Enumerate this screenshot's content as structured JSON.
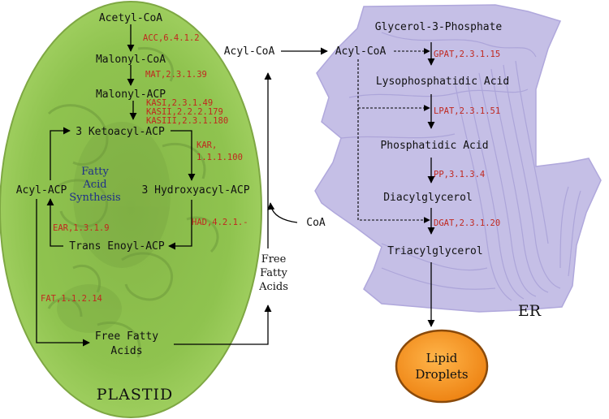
{
  "labels": {
    "plastid": "PLASTID",
    "er": "ER",
    "lipid_droplets_line1": "Lipid",
    "lipid_droplets_line2": "Droplets",
    "fas_line1": "Fatty",
    "fas_line2": "Acid",
    "fas_line3": "Synthesis"
  },
  "metabolites": {
    "acetyl_coa": "Acetyl-CoA",
    "malonyl_coa": "Malonyl-CoA",
    "malonyl_acp": "Malonyl-ACP",
    "ketoacyl_acp": "3 Ketoacyl-ACP",
    "hydroxyacyl_acp": "3 Hydroxyacyl-ACP",
    "trans_enoyl_acp": "Trans Enoyl-ACP",
    "acyl_acp": "Acyl-ACP",
    "ffa_plastid_line1": "Free Fatty",
    "ffa_plastid_line2": "Acids",
    "ffa_cyto_line1": "Free",
    "ffa_cyto_line2": "Fatty",
    "ffa_cyto_line3": "Acids",
    "coa": "CoA",
    "acyl_coa_cyto": "Acyl-CoA",
    "acyl_coa_er": "Acyl-CoA",
    "g3p": "Glycerol-3-Phosphate",
    "lpa": "Lysophosphatidic Acid",
    "pa": "Phosphatidic Acid",
    "dag": "Diacylglycerol",
    "tag": "Triacylglycerol"
  },
  "enzymes": {
    "acc": "ACC,6.4.1.2",
    "mat": "MAT,2.3.1.39",
    "kasi": "KASI,2.3.1.49",
    "kasii": "KASII,2.2.2.179",
    "kasiii": "KASIII,2.3.1.180",
    "kar_line1": "KAR,",
    "kar_line2": "1.1.1.100",
    "had": "HAD,4.2.1.-",
    "ear": "EAR,1.3.1.9",
    "fat": "FAT,1.1.2.14",
    "gpat": "GPAT,2.3.1.15",
    "lpat": "LPAT,2.3.1.51",
    "pp": "PP,3.1.3.4",
    "dgat": "DGAT,2.3.1.20"
  },
  "colors": {
    "plastid_fill": "#8fc34f",
    "plastid_inner": "#6e9a3c",
    "er_fill": "#c5bfe6",
    "er_line": "#a79fd6",
    "droplet_fill": "#f29324",
    "droplet_stroke": "#7a3d00",
    "enzyme_text": "#c0281f",
    "fas_text": "#1e2f8a",
    "text": "#111111"
  }
}
